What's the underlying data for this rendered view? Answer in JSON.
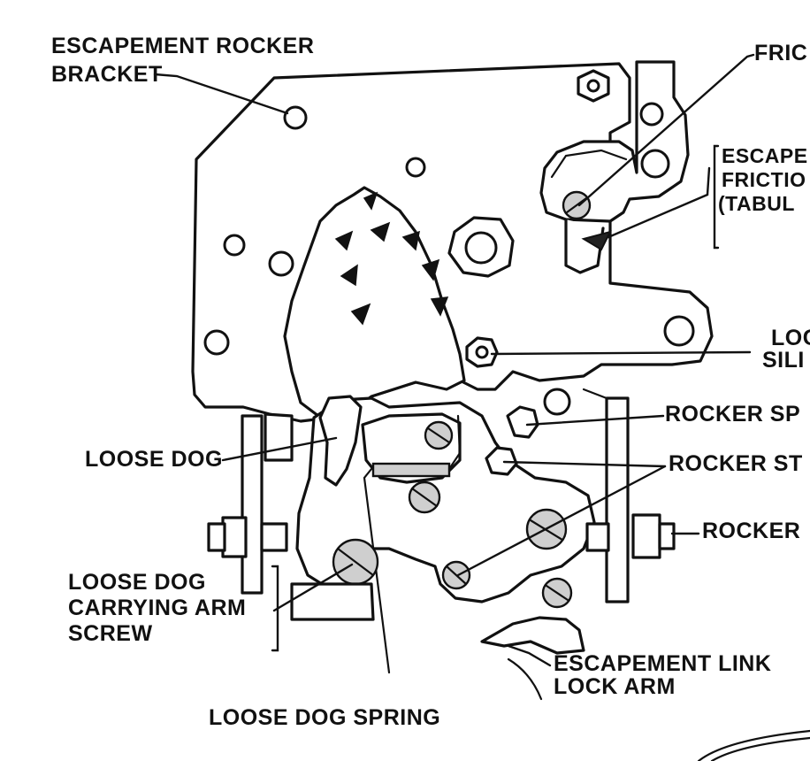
{
  "labels": {
    "escapement_rocker_bracket_1": "ESCAPEMENT ROCKER",
    "escapement_rocker_bracket_2": "BRACKET",
    "fric": "FRIC",
    "escape_1": "ESCAPE",
    "escape_2": "FRICTIO",
    "escape_3": "(TABUL",
    "log_1": "LOG",
    "log_2": "SILI",
    "rocker_sp": "ROCKER SP",
    "loose_dog": "LOOSE DOG",
    "rocker_st": "ROCKER ST",
    "rocker": "ROCKER",
    "loose_dog_carrying_1": "LOOSE DOG",
    "loose_dog_carrying_2": "CARRYING ARM",
    "loose_dog_carrying_3": "SCREW",
    "escapement_link_1": "ESCAPEMENT LINK",
    "escapement_link_2": "LOCK ARM",
    "loose_dog_spring": "LOOSE DOG SPRING"
  }
}
